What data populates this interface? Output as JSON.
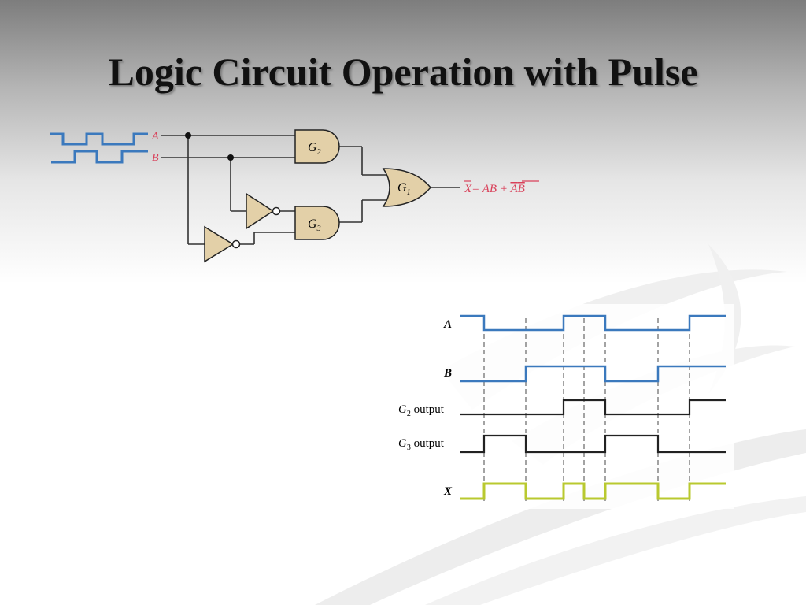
{
  "slide": {
    "title": "Logic Circuit Operation with Pulse"
  },
  "circuit": {
    "input_a": "A",
    "input_b": "B",
    "gate_g2": "G",
    "gate_g2_sub": "2",
    "gate_g3": "G",
    "gate_g3_sub": "3",
    "gate_g1": "G",
    "gate_g1_sub": "1",
    "output_x": "X",
    "output_eq": "= AB + ",
    "output_abar": "A",
    "output_bbar": "B"
  },
  "timing": {
    "label_a": "A",
    "label_b": "B",
    "label_g2": "G",
    "label_g2_sub": "2",
    "label_g3": "G",
    "label_g3_sub": "3",
    "output_word": " output",
    "label_x": "X",
    "signals": {
      "A": [
        1,
        0,
        0,
        1,
        0,
        0,
        1
      ],
      "B": [
        0,
        0,
        1,
        1,
        0,
        1,
        1
      ],
      "G2": [
        0,
        0,
        0,
        1,
        0,
        0,
        1
      ],
      "G3": [
        0,
        1,
        0,
        0,
        1,
        0,
        0
      ],
      "X": [
        0,
        1,
        0,
        1,
        1,
        0,
        1
      ]
    }
  },
  "colors": {
    "input_wave": "#3b79bd",
    "gate_fill": "#e3d0a8",
    "label_red": "#d9415a",
    "x_wave": "#b9c92f",
    "wire": "#333333"
  }
}
